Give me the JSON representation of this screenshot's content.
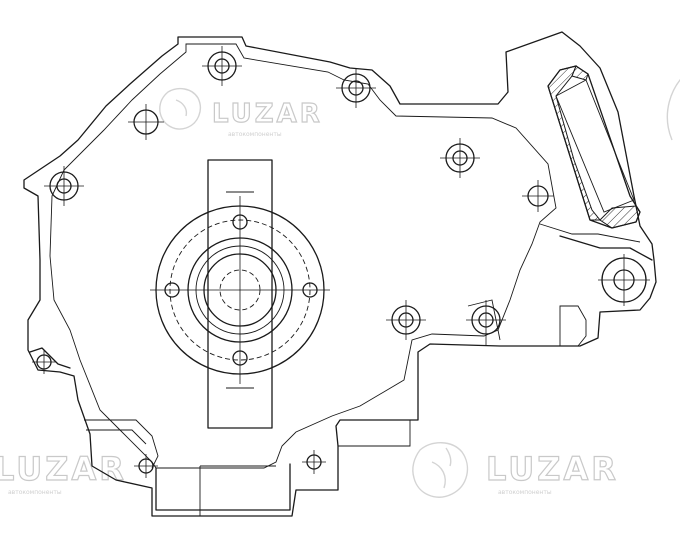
{
  "watermark": {
    "brand": "LUZAR",
    "tagline": "автокомпоненты"
  },
  "drawing": {
    "subject": "transfer-case-housing",
    "line_color": "#1a1a1a",
    "watermark_color": "#c9c9c9",
    "background": "#ffffff"
  }
}
